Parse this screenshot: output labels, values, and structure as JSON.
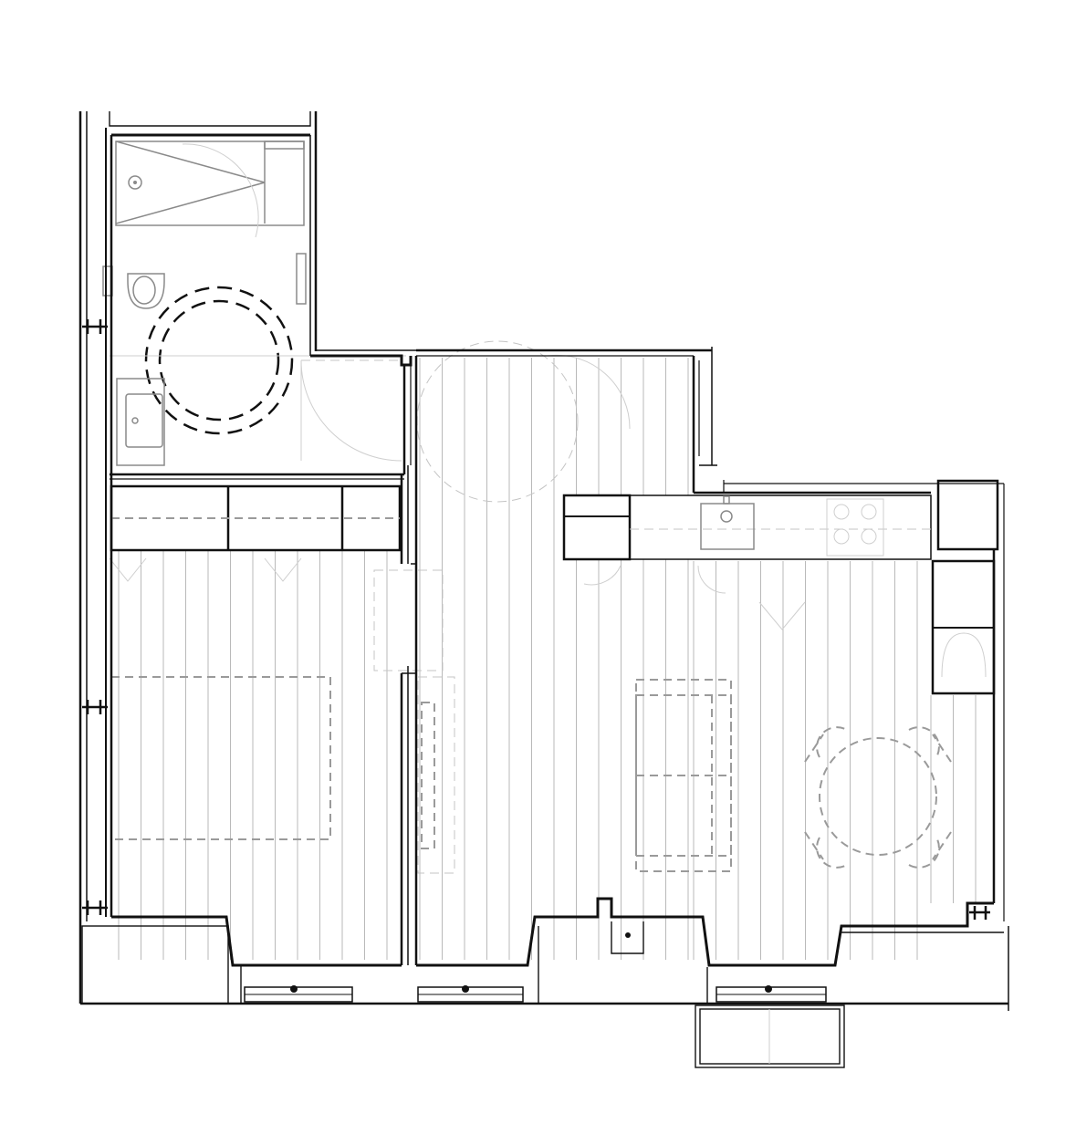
{
  "drawing": {
    "type": "apartment floor plan",
    "colors": {
      "wall": "#111111",
      "floorboards": "#b9b9b9",
      "furniture": "#9a9a9a",
      "background": "#ffffff"
    }
  },
  "rooms": [
    {
      "id": "bathroom",
      "fixtures": [
        "shower",
        "toilet",
        "washbasin",
        "turning-circle"
      ]
    },
    {
      "id": "bedroom",
      "fixtures": [
        "wardrobe",
        "bed"
      ]
    },
    {
      "id": "hall",
      "fixtures": [
        "console"
      ]
    },
    {
      "id": "living-kitchen",
      "fixtures": [
        "kitchen-counter",
        "sink",
        "cooktop",
        "fridge",
        "oven-column",
        "sofa",
        "dining-table",
        "chairs"
      ]
    },
    {
      "id": "balcony",
      "fixtures": []
    }
  ],
  "windows": {
    "count": 3
  }
}
